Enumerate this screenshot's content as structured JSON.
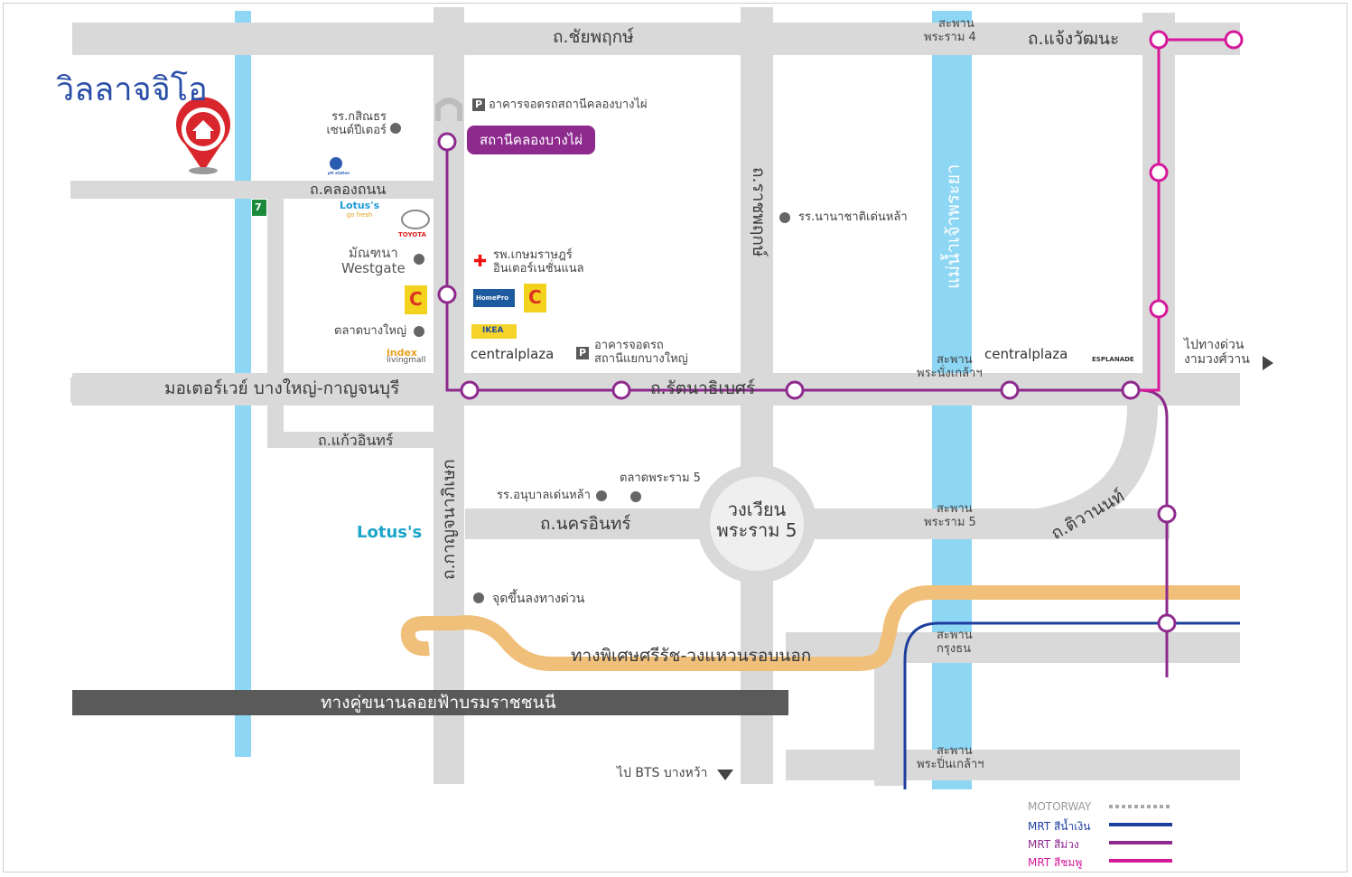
{
  "title": "วิลลาจจิโอ",
  "roads": {
    "chaiyaphruek": "ถ.ชัยพฤกษ์",
    "chaengwattana": "ถ.แจ้งวัฒนะ",
    "khlong_thanon": "ถ.คลองถนน",
    "motorway": "มอเตอร์เวย์ บางใหญ่-กาญจนบุรี",
    "rattanathibet": "ถ.รัตนาธิเบศร์",
    "kaew_in": "ถ.แก้วอินทร์",
    "nakhon_in": "ถ.นครอินทร์",
    "tiwanon": "ถ.ติวานนท์",
    "kanchanaphisek": "ถ.กาญจนาภิเษก",
    "ratchaphruek": "ถ.ราชพฤกษ์",
    "ring_road": "ทางพิเศษศรีรัช-วงแหวนรอบนอก",
    "boromratchonnani": "ทางคู่ขนานลอยฟ้าบรมราชชนนี",
    "river": "แม่น้ำเจ้าพระยา"
  },
  "bridges": {
    "rama4": [
      "สะพาน",
      "พระราม 4"
    ],
    "nangklao": [
      "สะพาน",
      "พระนั่งเกล้าฯ"
    ],
    "rama5": [
      "สะพาน",
      "พระราม 5"
    ],
    "krungthon": [
      "สะพาน",
      "กรุงธน"
    ],
    "pinklao": [
      "สะพาน",
      "พระปิ่นเกล้าฯ"
    ]
  },
  "circle": [
    "วงเวียน",
    "พระราม 5"
  ],
  "places": {
    "kasintorn": [
      "รร.กสิณธร",
      "เซนต์ปีเตอร์"
    ],
    "parking_khlong": "อาคารจอดรถสถานีคลองบางไผ่",
    "station": "สถานีคลองบางไผ่",
    "nanachat": "รร.นานาชาติเด่นหล้า",
    "westgate": [
      "มัณฑนา",
      "Westgate"
    ],
    "kasemrad": [
      "รพ.เกษมราษฎร์",
      "อินเตอร์เนชั่นแนล"
    ],
    "talat_bangyai": "ตลาดบางใหญ่",
    "parking_yaek": [
      "อาคารจอดรถ",
      "สถานีแยกบางใหญ่"
    ],
    "centralplaza": "centralplaza",
    "centralplaza2": "centralplaza",
    "esplanade": "ESPLANADE",
    "expressway_ngamwongwan": [
      "ไปทางด่วน",
      "งามวงศ์วาน"
    ],
    "talat_rama5": "ตลาดพระราม 5",
    "anuban": "รร.อนุบาลเด่นหล้า",
    "expressway_ramp": "จุดขึ้นลงทางด่วน",
    "bts_bangwa": "ไป BTS บางหว้า"
  },
  "logos": {
    "lotus_small": "Lotus's",
    "lotus_small_sub": "go fresh",
    "toyota": "TOYOTA",
    "homepro": "HomePro",
    "ikea": "IKEA",
    "index": "index",
    "index_sub": "livingmall",
    "lotus_big": "Lotus's",
    "seven": "7",
    "ptt": "ptt station",
    "big_c": "C",
    "parking_p": "P"
  },
  "legend": [
    {
      "label": "MOTORWAY",
      "color": "#a8a8a8",
      "style": "dotted"
    },
    {
      "label": "MRT สีน้ำเงิน",
      "color": "#1f3f9e",
      "style": "solid"
    },
    {
      "label": "MRT สีม่วง",
      "color": "#8e2a8e",
      "style": "solid"
    },
    {
      "label": "MRT สีชมพู",
      "color": "#d6189a",
      "style": "solid"
    }
  ],
  "colors": {
    "road": "#d9d9d9",
    "river": "#8dd6f4",
    "purple_line": "#8e2a8e",
    "pink_line": "#d6189a",
    "blue_line": "#1f3f9e",
    "ring_road": "#f0c07a",
    "bridge": "#4a4a4a",
    "title": "#2b4fa8",
    "pin": "#d9262c"
  }
}
